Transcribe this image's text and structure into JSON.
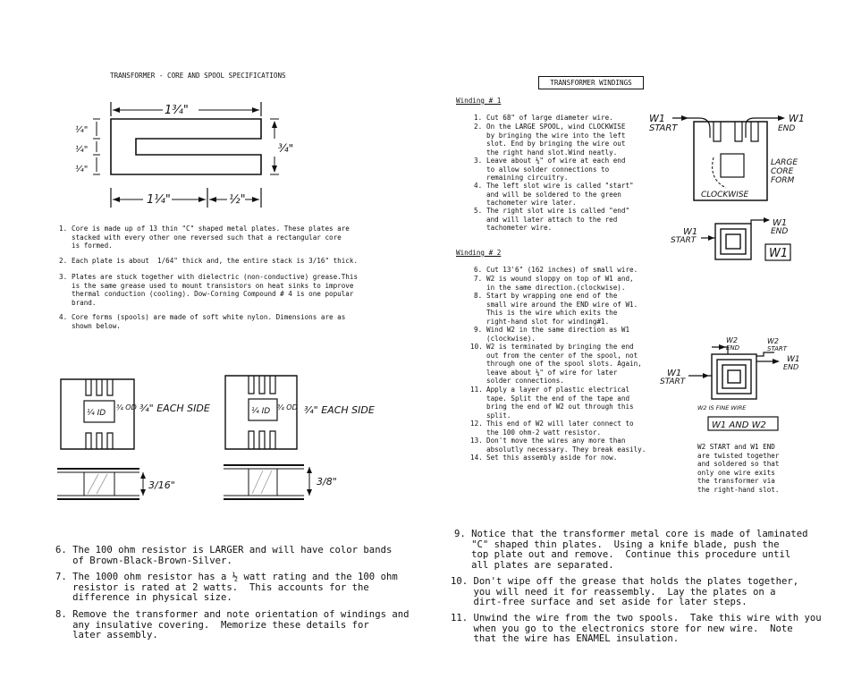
{
  "left": {
    "title": "TRANSFORMER - CORE AND SPOOL SPECIFICATIONS",
    "dims": {
      "top_width": "1¾\"",
      "height": "¾\"",
      "stack_a": "¼\"",
      "stack_b": "¼\"",
      "stack_c": "¼\"",
      "bottom_left": "1¼\"",
      "bottom_right": "½\""
    },
    "notes": [
      {
        "num": "1.",
        "text": "Core is made up of 13 thin \"C\" shaped metal plates. These plates are\nstacked with every other one reversed such that a rectangular core\nis formed."
      },
      {
        "num": "2.",
        "text": "Each plate is about  1/64\" thick and, the entire stack is 3/16\" thick."
      },
      {
        "num": "3.",
        "text": "Plates are stuck together with dielectric (non-conductive) grease.This\nis the same grease used to mount transistors on heat sinks to improve\nthermal conduction (cooling). Dow-Corning Compound # 4 is one popular\nbrand."
      },
      {
        "num": "4.",
        "text": "Core forms (spools) are made of soft white nylon. Dimensions are as\nshown below."
      }
    ],
    "spool1": {
      "id": "¼ ID",
      "od": "¾ OD",
      "side": "¾\" EACH SIDE",
      "thick": "3/16\""
    },
    "spool2": {
      "id": "¼ ID",
      "od": "¾ OD",
      "side": "¾\" EACH SIDE",
      "thick": "3/8\""
    },
    "steps": [
      {
        "num": "6.",
        "text": "The 100 ohm resistor is LARGER and will have color bands\n   of Brown-Black-Brown-Silver."
      },
      {
        "num": "7.",
        "text": "The 1000 ohm resistor has a ½ watt rating and the 100 ohm\n   resistor is rated at 2 watts.  This accounts for the\n   difference in physical size."
      },
      {
        "num": "8.",
        "text": "Remove the transformer and note orientation of windings and\n   any insulative covering.  Memorize these details for\n   later assembly."
      }
    ]
  },
  "right": {
    "title": "TRANSFORMER WINDINGS",
    "winding1": {
      "heading": "Winding # 1",
      "items": [
        {
          "num": "1.",
          "text": "Cut 68\" of large diameter wire."
        },
        {
          "num": "2.",
          "text": "On the LARGE SPOOL, wind CLOCKWISE\nby bringing the wire into the left\nslot. End by bringing the wire out\nthe right hand slot.Wind neatly."
        },
        {
          "num": "3.",
          "text": "Leave about ¼\" of wire at each end\nto allow solder connections to\nremaining circuitry."
        },
        {
          "num": "4.",
          "text": "The left slot wire is called \"start\"\nand will be soldered to the green\ntachometer wire later."
        },
        {
          "num": "5.",
          "text": "The right slot wire is called \"end\"\nand will later attach to the red\ntachometer wire."
        }
      ]
    },
    "winding2": {
      "heading": "Winding # 2",
      "items": [
        {
          "num": "6.",
          "text": "Cut 13'6\" (162 inches) of small wire."
        },
        {
          "num": "7.",
          "text": "W2 is wound sloppy on top of W1 and,\nin the same direction.(clockwise)."
        },
        {
          "num": "8.",
          "text": "Start by wrapping one end of the\nsmall wire around the END wire of W1.\nThis is the wire which exits the\nright-hand slot for winding#1."
        },
        {
          "num": "9.",
          "text": "Wind W2 in the same direction as W1\n(clockwise)."
        },
        {
          "num": "10.",
          "text": "W2 is terminated by bringing the end\nout from the center of the spool, not\nthrough one of the spool slots. Again,\nleave about ¼\" of wire for later\nsolder connections."
        },
        {
          "num": "11.",
          "text": "Apply a layer of plastic electrical\ntape. Split the end of the tape and\nbring the end of W2 out through this\nsplit."
        },
        {
          "num": "12.",
          "text": "This end of W2 will later connect to\nthe 100 ohm-2 watt resistor."
        },
        {
          "num": "13.",
          "text": "Don't move the wires any more than\nabsolutly necessary. They break easily."
        },
        {
          "num": "14.",
          "text": "Set this assembly aside for now."
        }
      ]
    },
    "fig1": {
      "w1_start_a": "W1",
      "w1_start_b": "START",
      "w1_end_a": "W1",
      "w1_end_b": "END",
      "side_a": "LARGE",
      "side_b": "CORE",
      "side_c": "FORM",
      "bottom": "CLOCKWISE"
    },
    "fig2": {
      "start_a": "W1",
      "start_b": "START",
      "end_a": "W1",
      "end_b": "END",
      "box": "W1"
    },
    "fig3": {
      "w2_end_a": "W2",
      "w2_end_b": "END",
      "w2_start_a": "W2",
      "w2_start_b": "START",
      "w1_end_a": "W1",
      "w1_end_b": "END",
      "w1_start_a": "W1",
      "w1_start_b": "START",
      "note": "W2 IS FINE WIRE",
      "box": "W1 AND W2"
    },
    "caption": "W2 START and W1 END\nare twisted together\nand soldered so that\nonly one wire exits\nthe transformer via\nthe right-hand slot.",
    "steps": [
      {
        "num": "9.",
        "text": "Notice that the transformer metal core is made of laminated\n   \"C\" shaped thin plates.  Using a knife blade, push the\n   top plate out and remove.  Continue this procedure until\n   all plates are separated."
      },
      {
        "num": "10.",
        "text": "Don't wipe off the grease that holds the plates together,\n    you will need it for reassembly.  Lay the plates on a\n    dirt-free surface and set aside for later steps."
      },
      {
        "num": "11.",
        "text": "Unwind the wire from the two spools.  Take this wire with you\n    when you go to the electronics store for new wire.  Note\n    that the wire has ENAMEL insulation."
      }
    ]
  }
}
